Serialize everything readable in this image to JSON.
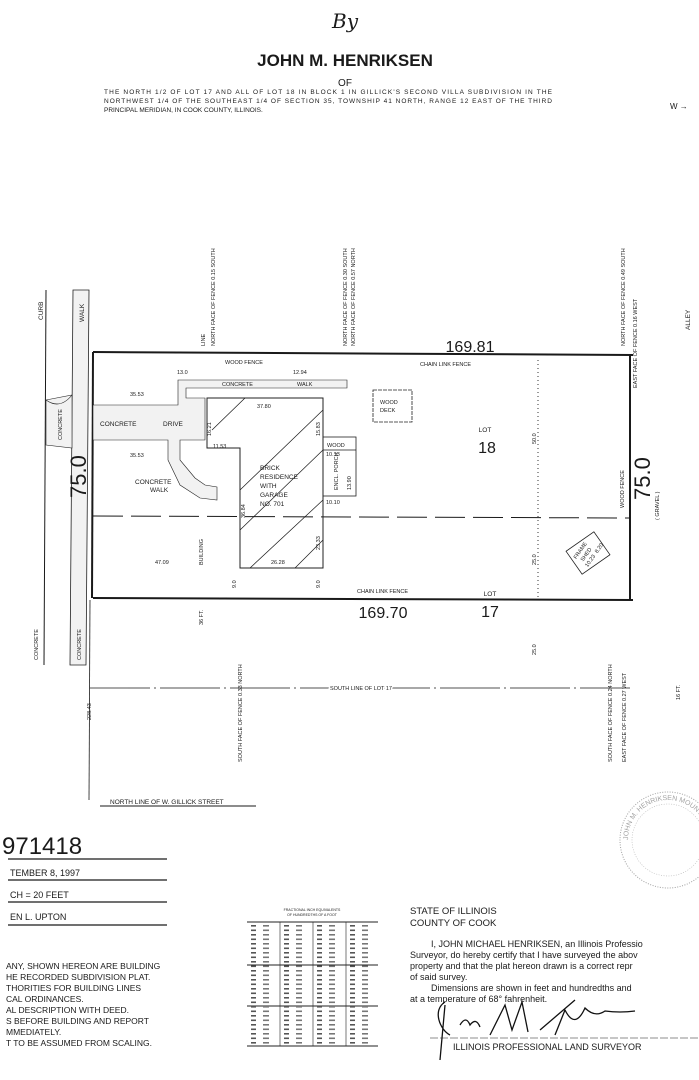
{
  "header": {
    "by": "By",
    "surveyor_name": "JOHN M. HENRIKSEN",
    "of": "OF",
    "legal_description": [
      "THE NORTH 1/2 OF LOT 17 AND ALL OF LOT 18 IN BLOCK 1 IN GILLICK'S SECOND VILLA SUBDIVISION IN THE",
      "NORTHWEST 1/4 OF THE SOUTHEAST 1/4 OF SECTION 35, TOWNSHIP 41 NORTH, RANGE 12 EAST OF THE THIRD",
      "PRINCIPAL MERIDIAN, IN COOK COUNTY, ILLINOIS."
    ],
    "north_arrow": "W →"
  },
  "plat": {
    "top_dimension": "169.81",
    "bottom_dimension": "169.70",
    "left_dimension": "75.0",
    "right_dimension": "75.0",
    "lot18_label": "LOT",
    "lot18_number": "18",
    "lot17_label": "LOT",
    "lot17_number": "17",
    "curb": "CURB",
    "walk": "WALK",
    "concrete": "CONCRETE",
    "concrete_drive": [
      "CONCRETE",
      "DRIVE"
    ],
    "concrete_walk_top": [
      "CONCRETE",
      "WALK"
    ],
    "concrete_walk_curved": [
      "CONCRETE",
      "WALK"
    ],
    "wood_fence": "WOOD FENCE",
    "chain_link_fence": "CHAIN LINK FENCE",
    "wood_deck": [
      "WOOD",
      "DECK"
    ],
    "residence": [
      "BRICK",
      "RESIDENCE",
      "WITH",
      "GARAGE",
      "NO. 701"
    ],
    "porch_wood": "WOOD",
    "porch": "ENCL. PORCH",
    "gravel": "( GRAVEL )",
    "alley": "ALLEY",
    "frame_shed": [
      "FRAME",
      "SHED",
      "10.23",
      "8.20"
    ],
    "building_line": "BUILDING",
    "line": "LINE",
    "setback": "36 FT.",
    "rear_setback": "16 FT.",
    "south_line": "SOUTH LINE OF LOT 17",
    "street_line": "NORTH LINE OF W. GILLICK STREET",
    "street_distance": "228.43",
    "measurements": {
      "m13_0": "13.0",
      "m12_94": "12.94",
      "m35_53a": "35.53",
      "m35_53b": "35.53",
      "m37_80": "37.80",
      "m16_21": "16.21",
      "m15_83": "15.83",
      "m11_53": "11.53",
      "m10_13": "10.13",
      "m13_90": "13.90",
      "m10_10": "10.10",
      "m36_84": "36.84",
      "m23_33": "23.33",
      "m47_09": "47.09",
      "m26_28": "26.28",
      "m9_0a": "9.0",
      "m9_0b": "9.0",
      "m50_0": "50.0",
      "m25_0a": "25.0",
      "m25_0b": "25.0"
    },
    "fence_notes": {
      "nw": "NORTH FACE OF FENCE 0.15 SOUTH",
      "n_mid1": "NORTH FACE OF FENCE 0.30 SOUTH",
      "n_mid2": "NORTH FACE OF FENCE 0.57 NORTH",
      "ne": "NORTH FACE OF FENCE 0.49 SOUTH",
      "e_top": "EAST FACE OF FENCE 0.16 WEST",
      "sw": "SOUTH FACE OF FENCE 0.33 NORTH",
      "se": "SOUTH FACE OF FENCE 0.24 NORTH",
      "e_bottom": "EAST FACE OF FENCE 0.27 WEST"
    }
  },
  "title_block": {
    "order_number": "971418",
    "date": "TEMBER 8, 1997",
    "scale": "CH = 20 FEET",
    "drawn_by": "EN L. UPTON"
  },
  "notes": [
    "ANY, SHOWN HEREON ARE BUILDING",
    "HE RECORDED SUBDIVISION PLAT.",
    "THORITIES FOR BUILDING LINES",
    "CAL ORDINANCES.",
    "AL DESCRIPTION WITH DEED.",
    "S BEFORE BUILDING AND REPORT",
    "MMEDIATELY.",
    "T TO BE ASSUMED FROM SCALING."
  ],
  "fraction_table": {
    "title": [
      "FRACTIONAL INCH EQUIVALENTS",
      "OF HUNDREDTHS OF A FOOT"
    ]
  },
  "certificate": {
    "state": "STATE OF ILLINOIS",
    "county": "COUNTY OF COOK",
    "lines": [
      "I, JOHN MICHAEL HENRIKSEN, an Illinois Professio",
      "Surveyor, do hereby certify that I have surveyed the abov",
      "property and that the plat hereon drawn is a correct repr",
      "of said survey.",
      "Dimensions are shown in feet and hundredths and",
      "at a temperature of 68° fahrenheit."
    ],
    "signature": "John M. Henriksen",
    "signature_title": "ILLINOIS PROFESSIONAL LAND SURVEYOR"
  },
  "seal": {
    "text": "JOHN M. HENRIKSEN MOUNT PROSPECT ILLINOIS"
  }
}
